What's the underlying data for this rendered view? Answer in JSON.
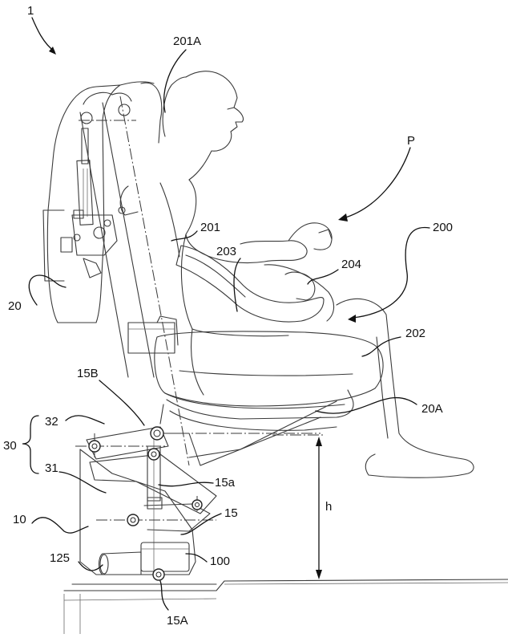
{
  "labels": {
    "fig": "1",
    "l201A": "201A",
    "lP": "P",
    "l200": "200",
    "l201": "201",
    "l203": "203",
    "l204": "204",
    "l20": "20",
    "l202": "202",
    "l15B": "15B",
    "l20A": "20A",
    "l32": "32",
    "l30": "30",
    "l31": "31",
    "l15a": "15a",
    "l10": "10",
    "l15": "15",
    "lh": "h",
    "l125": "125",
    "l100": "100",
    "l15A": "15A"
  }
}
